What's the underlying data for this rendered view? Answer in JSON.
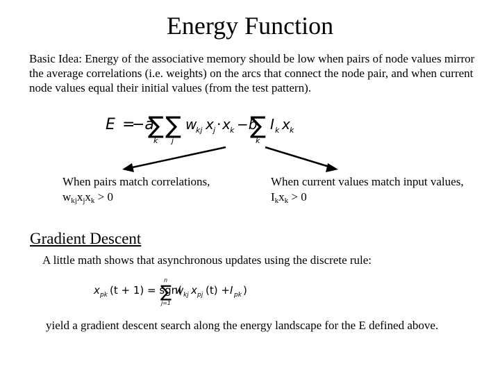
{
  "slide": {
    "title": "Energy Function",
    "intro": "Basic Idea: Energy of the associative memory should be low when pairs of node values mirror the average correlations (i.e. weights) on the arcs that connect the node pair, and when current node values equal their initial values (from the test pattern).",
    "energy_formula": {
      "lhs": "E",
      "eq": "=",
      "minus_a": "−a",
      "w": "w",
      "w_sub": "kj",
      "xj": "x",
      "xj_sub": "j",
      "dot1": "·",
      "xk": "x",
      "xk_sub": "k",
      "minus_b": "−b",
      "I": "I",
      "I_sub": "k",
      "x2": "x",
      "x2_sub": "k",
      "sum_index_k1": "k",
      "sum_index_j": "j",
      "sum_index_k2": "k",
      "sigma": "∑"
    },
    "case_left": {
      "line1": "When pairs match correlations,",
      "w": "w",
      "w_sub": "kj",
      "x1": "x",
      "x1_sub": "j",
      "x2": "x",
      "x2_sub": "k",
      "rel": " > 0"
    },
    "case_right": {
      "line1": "When current values match input values,",
      "I": "I",
      "I_sub": "k",
      "x": "x",
      "x_sub": "k",
      "rel": " > 0"
    },
    "gradient": {
      "heading": "Gradient Descent",
      "text": "A little math shows that asynchronous updates using the discrete rule:",
      "conclusion": "yield a gradient descent search along the energy landscape for the E defined above."
    },
    "update_formula": {
      "lhs_x": "x",
      "lhs_sub": "pk",
      "lhs_arg": "(t + 1) = sgn(",
      "sigma": "∑",
      "upper": "n",
      "lower": "j=1",
      "w": "w",
      "w_sub": "kj",
      "x": "x",
      "x_sub": "pj",
      "arg": "(t) + ",
      "I": "I",
      "I_sub": "pk",
      "close": ")"
    }
  }
}
